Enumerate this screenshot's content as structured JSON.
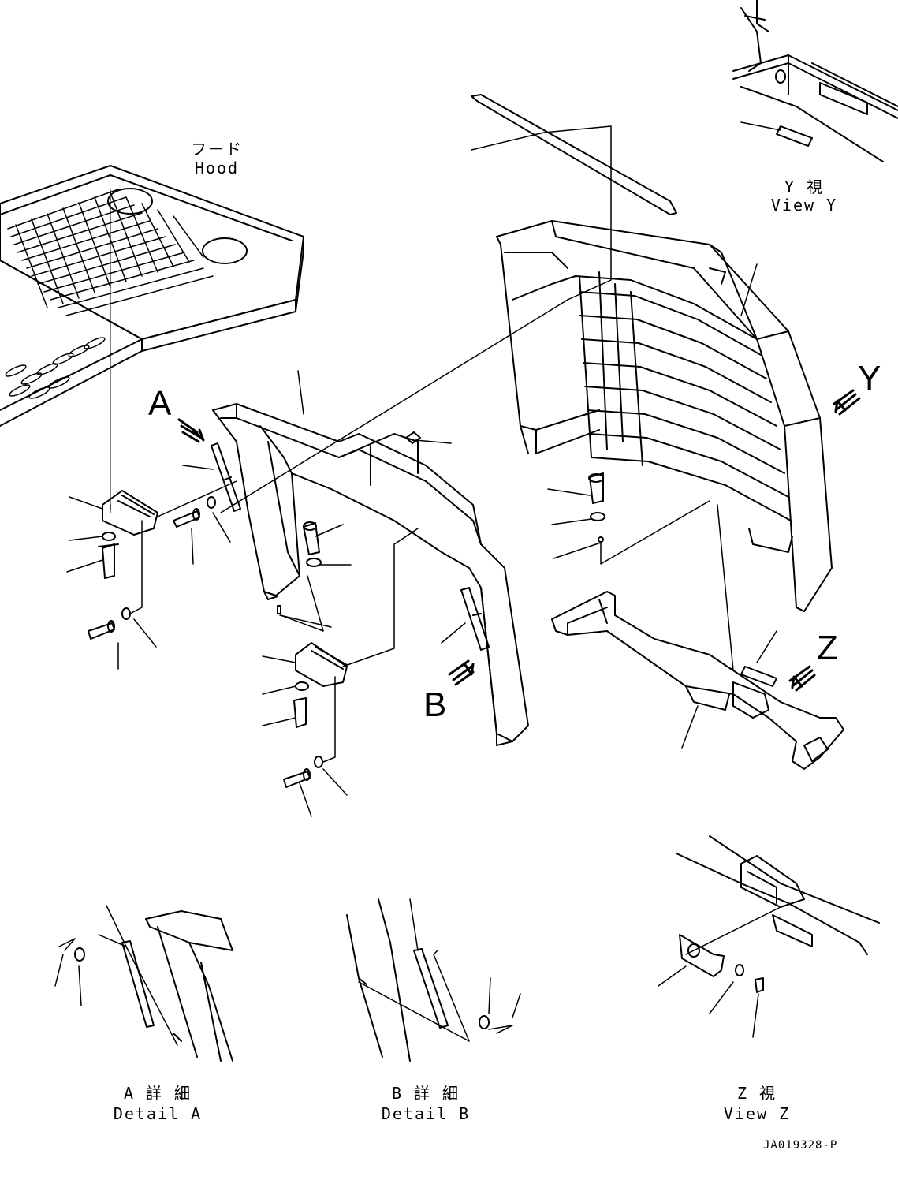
{
  "labels": {
    "hood_jp": "フード",
    "hood_en": "Hood",
    "view_y_jp": "Y 視",
    "view_y_en": "View Y",
    "marker_a": "A",
    "marker_b": "B",
    "marker_y": "Y",
    "marker_z": "Z",
    "detail_a_jp": "A 詳 細",
    "detail_a_en": "Detail A",
    "detail_b_jp": "B 詳 細",
    "detail_b_en": "Detail B",
    "view_z_jp": "Z 視",
    "view_z_en": "View Z",
    "drawing_code": "JA019328-P"
  }
}
